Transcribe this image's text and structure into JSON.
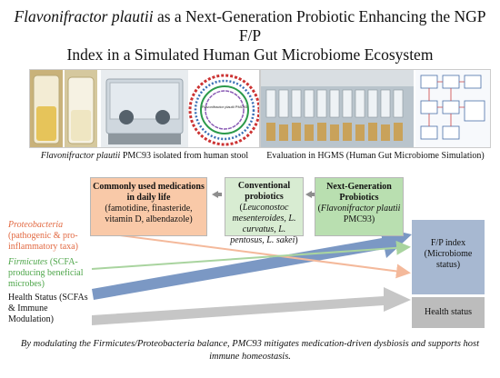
{
  "title": {
    "italic": "Flavonifractor plautii",
    "line1_rest": " as a Next-Generation Probiotic Enhancing the NGP F/P",
    "line2": "Index in a Simulated Human Gut Microbiome Ecosystem"
  },
  "captions": {
    "left_italic": "Flavonifractor plautii",
    "left_rest": " PMC93 isolated from human stool",
    "right": "Evaluation in HGMS (Human Gut Microbiome Simulation)"
  },
  "genome_map_label": "Flavonifractor plautii PMC93",
  "boxes": {
    "medications": {
      "title": "Commonly used medications in daily life",
      "body": "(famotidine, finasteride, vitamin D, albendazole)"
    },
    "conventional": {
      "title": "Conventional probiotics",
      "open": "(",
      "species": "Leuconostoc mesenteroides, L. curvatus, L. pentosus, L. sakei",
      "close": ")"
    },
    "nextgen": {
      "title": "Next-Generation Probiotics",
      "open": "(",
      "species": "Flavonifractor plautii",
      "strain": " PMC93)"
    }
  },
  "left_labels": {
    "proteobacteria_name": "Proteobacteria",
    "proteobacteria_desc": "(pathogenic & pro-inflammatory taxa)",
    "firmicutes_name": "Firmicutes",
    "firmicutes_desc": " (SCFA-producing beneficial microbes)",
    "health": "Health Status (SCFAs & Immune Modulation)"
  },
  "outcomes": {
    "fp_index": "F/P index",
    "fp_sub": "(Microbiome status)",
    "health_status": "Health status"
  },
  "footer": "By modulating the Firmicutes/Proteobacteria balance, PMC93 mitigates medication-driven dysbiosis and supports host immune homeostasis.",
  "colors": {
    "orange_box": "#f9c9a8",
    "green_box": "#d8ecd2",
    "nextgen_box": "#b9dfb0",
    "proteobacteria_text": "#e26a43",
    "firmicutes_text": "#4ea64a",
    "blue_arrow": "#7b98c4",
    "gray_arrow": "#c6c6c6"
  }
}
